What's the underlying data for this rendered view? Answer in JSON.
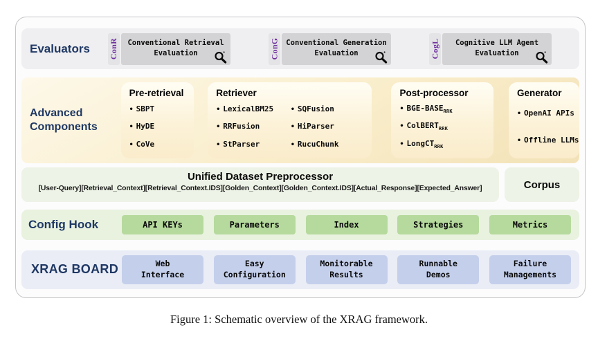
{
  "ui": {
    "bullet": "•"
  },
  "colors": {
    "heading_navy": "#1f3864",
    "tag_purple": "#7030a0",
    "evaluators_row_bg": "#efeff1",
    "evaluator_box_bg": "#d3d3d5",
    "advanced_row_bg": "#f9edca",
    "advanced_panel_bg": "#fcf2d8",
    "preprocessor_bg": "#edf3e6",
    "config_row_bg": "#e8f2df",
    "config_chip_green": "#b6da9d",
    "board_row_bg": "#eaedf6",
    "board_chip_blue": "#c4cfeb"
  },
  "evaluators": {
    "label": "Evaluators",
    "items": [
      {
        "tag": "ConR",
        "label": "Conventional Retrieval\nEvaluation"
      },
      {
        "tag": "ConG",
        "label": "Conventional Generation\nEvaluation"
      },
      {
        "tag": "CogL",
        "label": "Cognitive LLM Agent\nEvaluation"
      }
    ]
  },
  "advanced": {
    "label": "Advanced\nComponents",
    "pre_retrieval": {
      "title": "Pre-retrieval",
      "items": [
        "SBPT",
        "HyDE",
        "CoVe"
      ]
    },
    "retriever": {
      "title": "Retriever",
      "items_left": [
        "LexicalBM25",
        "RRFusion",
        "StParser"
      ],
      "items_right": [
        "SQFusion",
        "HiParser",
        "RucuChunk"
      ]
    },
    "post_processor": {
      "title": "Post-processor",
      "items": [
        {
          "base": "BGE-BASE",
          "sub": "RRK"
        },
        {
          "base": "ColBERT",
          "sub": "RRK"
        },
        {
          "base": "LongCT",
          "sub": "RRK"
        }
      ]
    },
    "generator": {
      "title": "Generator",
      "items": [
        "OpenAI APIs",
        "Offline LLMs"
      ]
    }
  },
  "preprocessor": {
    "title": "Unified Dataset Preprocessor",
    "tags": "[User-Query][Retrieval_Context][Retrieval_Context.IDS][Golden_Context][Golden_Context.IDS][Actual_Response][Expected_Answer]"
  },
  "corpus": {
    "label": "Corpus"
  },
  "config_hook": {
    "label": "Config Hook",
    "items": [
      "API KEYs",
      "Parameters",
      "Index",
      "Strategies",
      "Metrics"
    ]
  },
  "xrag_board": {
    "label": "XRAG BOARD",
    "items": [
      "Web\nInterface",
      "Easy\nConfiguration",
      "Monitorable\nResults",
      "Runnable\nDemos",
      "Failure\nManagements"
    ]
  },
  "caption": "Figure 1: Schematic overview of the XRAG framework."
}
